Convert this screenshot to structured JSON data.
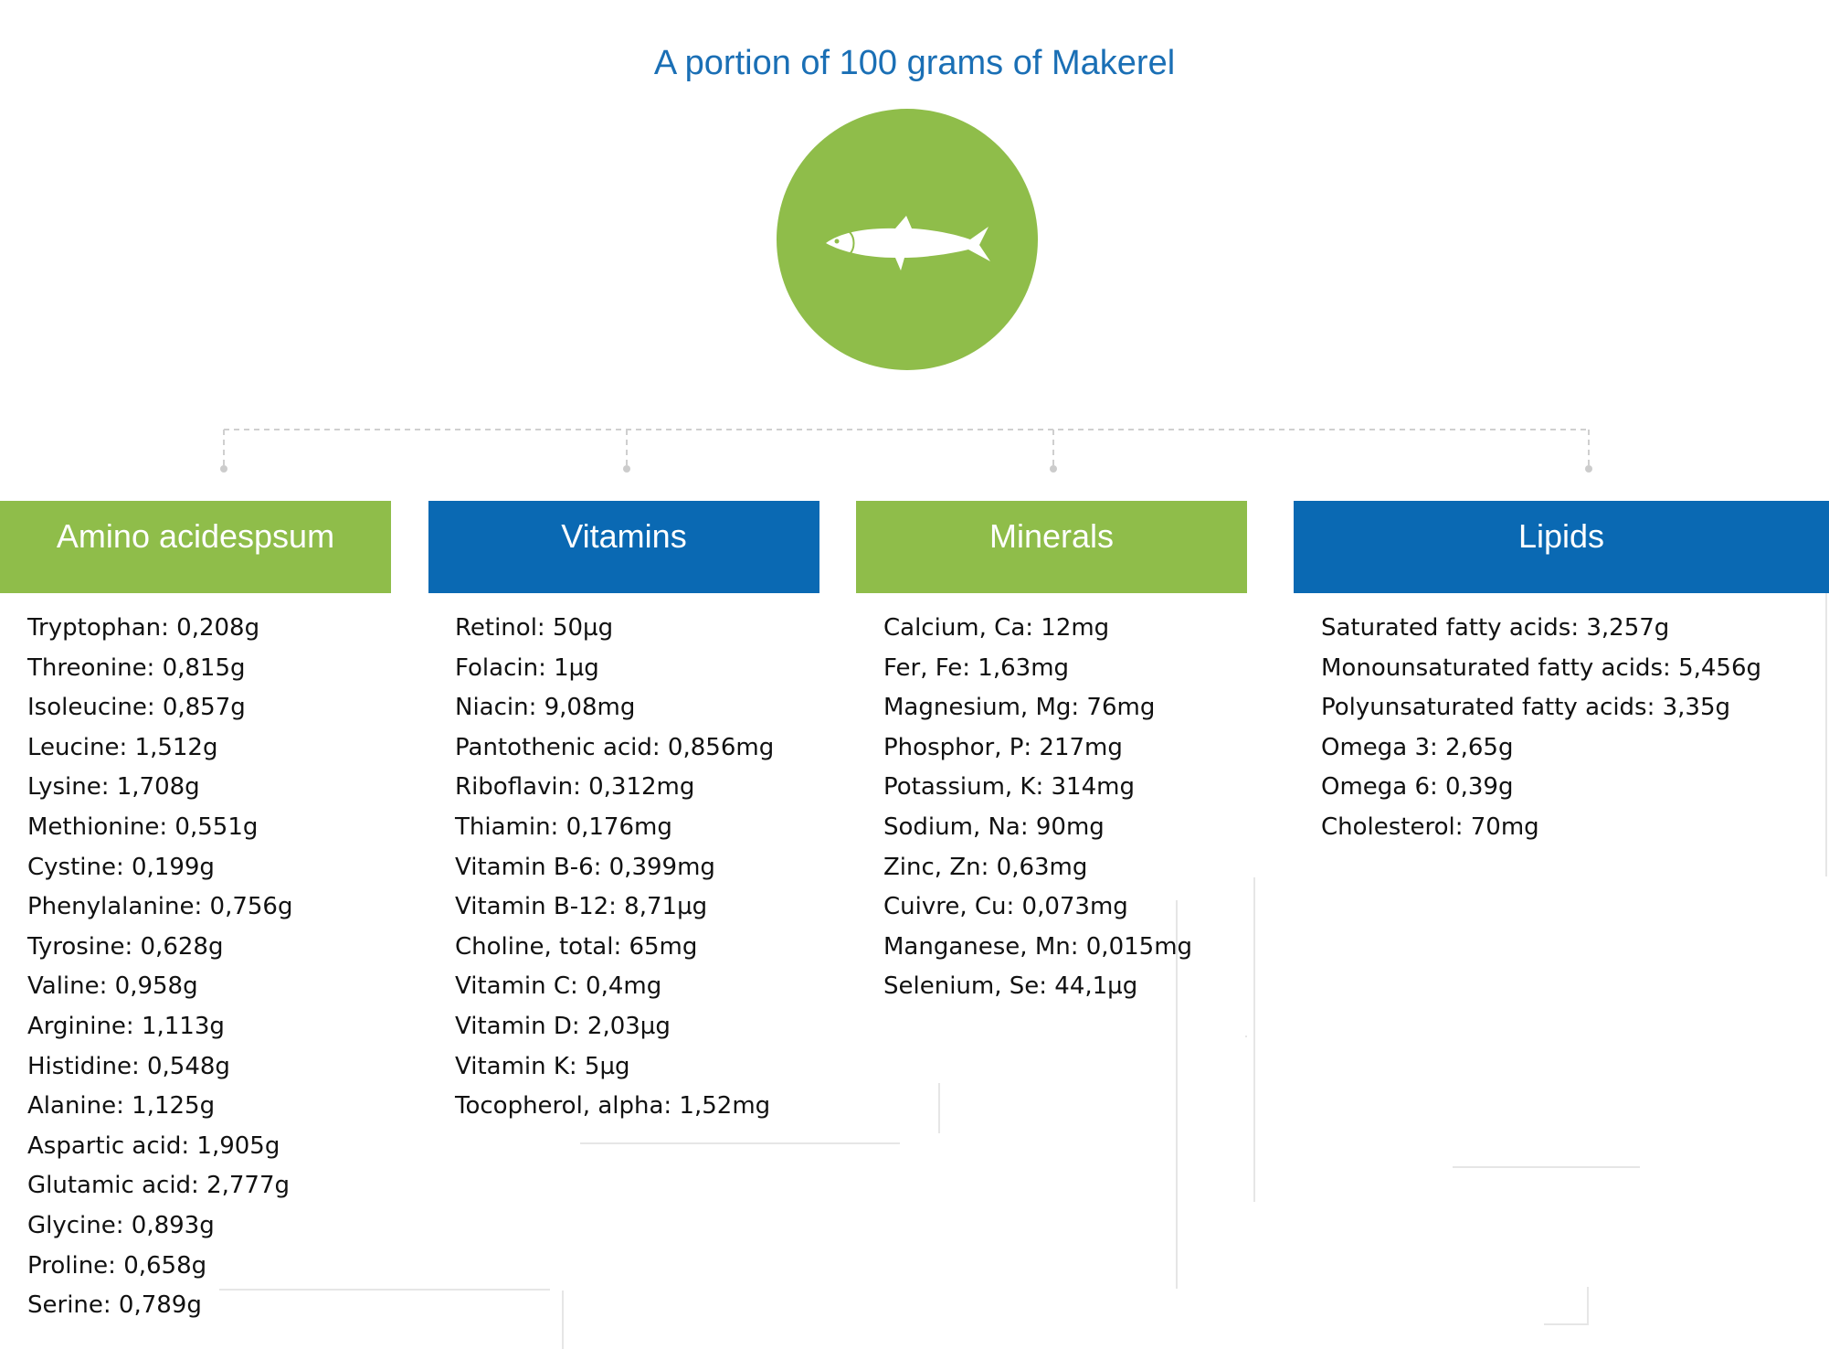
{
  "title": "A portion of 100 grams of Makerel",
  "colors": {
    "green": "#8fbd4a",
    "blue": "#0a69b3",
    "title": "#1a6fb5"
  },
  "icon": "fish-icon",
  "categories": [
    {
      "name": "Amino acidespsum",
      "color": "green",
      "items": [
        "Tryptophan: 0,208g",
        "Threonine: 0,815g",
        "Isoleucine: 0,857g",
        "Leucine: 1,512g",
        "Lysine: 1,708g",
        "Methionine: 0,551g",
        "Cystine: 0,199g",
        "Phenylalanine: 0,756g",
        "Tyrosine: 0,628g",
        "Valine: 0,958g",
        "Arginine: 1,113g",
        "Histidine: 0,548g",
        "Alanine: 1,125g",
        "Aspartic acid: 1,905g",
        "Glutamic acid: 2,777g",
        "Glycine: 0,893g",
        "Proline: 0,658g",
        "Serine: 0,789g"
      ]
    },
    {
      "name": "Vitamins",
      "color": "blue",
      "items": [
        "Retinol: 50µg",
        "Folacin: 1µg",
        "Niacin: 9,08mg",
        "Pantothenic acid: 0,856mg",
        "Riboflavin: 0,312mg",
        "Thiamin: 0,176mg",
        "Vitamin B-6: 0,399mg",
        "Vitamin B-12: 8,71µg",
        "Choline, total: 65mg",
        "Vitamin C: 0,4mg",
        "Vitamin D: 2,03µg",
        "Vitamin K: 5µg",
        "Tocopherol, alpha: 1,52mg"
      ]
    },
    {
      "name": "Minerals",
      "color": "green",
      "items": [
        "Calcium, Ca: 12mg",
        "Fer, Fe: 1,63mg",
        "Magnesium, Mg: 76mg",
        "Phosphor, P: 217mg",
        "Potassium, K: 314mg",
        "Sodium, Na: 90mg",
        "Zinc, Zn: 0,63mg",
        "Cuivre, Cu: 0,073mg",
        "Manganese, Mn: 0,015mg",
        "Selenium, Se: 44,1µg"
      ]
    },
    {
      "name": "Lipids",
      "color": "blue",
      "items": [
        "Saturated fatty acids: 3,257g",
        "Monounsaturated fatty acids: 5,456g",
        "Polyunsaturated fatty acids: 3,35g",
        "Omega 3: 2,65g",
        "Omega 6: 0,39g",
        "Cholesterol: 70mg"
      ]
    }
  ]
}
